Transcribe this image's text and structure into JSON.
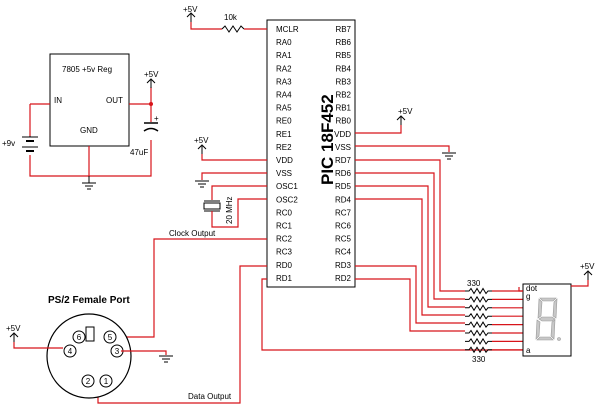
{
  "chip": {
    "name": "PIC 18F452",
    "left_pins": [
      "MCLR",
      "RA0",
      "RA1",
      "RA2",
      "RA3",
      "RA4",
      "RA5",
      "RE0",
      "RE1",
      "RE2",
      "VDD",
      "VSS",
      "OSC1",
      "OSC2",
      "RC0",
      "RC1",
      "RC2",
      "RC3",
      "RD0",
      "RD1"
    ],
    "right_pins": [
      "RB7",
      "RB6",
      "RB5",
      "RB4",
      "RB3",
      "RB2",
      "RB1",
      "RB0",
      "VDD",
      "VSS",
      "RD7",
      "RD6",
      "RD5",
      "RD4",
      "RC7",
      "RC6",
      "RC5",
      "RC4",
      "RD3",
      "RD2"
    ]
  },
  "regulator": {
    "name": "7805 +5v Reg",
    "in": "IN",
    "out": "OUT",
    "gnd": "GND"
  },
  "supply": {
    "p5v": "+5V",
    "p9v": "+9v"
  },
  "components": {
    "mclr_res": "10k",
    "cap": "47uF",
    "crystal": "20 MHz",
    "res_top": "330",
    "res_bottom": "330"
  },
  "labels": {
    "clock_output": "Clock Output",
    "data_output": "Data Output"
  },
  "ps2": {
    "title": "PS/2 Female Port",
    "pins": [
      "1",
      "2",
      "3",
      "4",
      "5",
      "6"
    ]
  },
  "seven_seg": {
    "dot": "dot",
    "g": "g",
    "a": "a"
  }
}
